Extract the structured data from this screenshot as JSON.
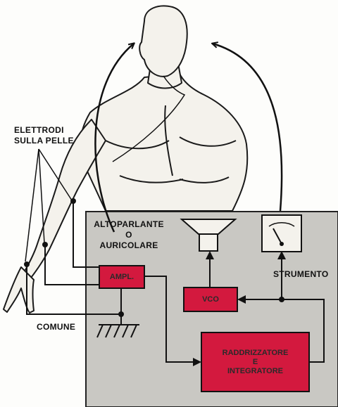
{
  "labels": {
    "electrodes_line1": "ELETTRODI",
    "electrodes_line2": "SULLA PELLE",
    "speaker_line1": "ALTOPARLANTE",
    "speaker_line2": "O",
    "speaker_line3": "AURICOLARE",
    "meter": "STRUMENTO",
    "common": "COMUNE"
  },
  "blocks": {
    "amplifier": "AMPL.",
    "vco": "VCO",
    "rectifier_line1": "RADDRIZZATORE",
    "rectifier_line2": "E",
    "rectifier_line3": "INTEGRATORE"
  },
  "colors": {
    "block_fill": "#d3193e",
    "panel_fill": "#c9c8c3",
    "ink": "#111111"
  }
}
